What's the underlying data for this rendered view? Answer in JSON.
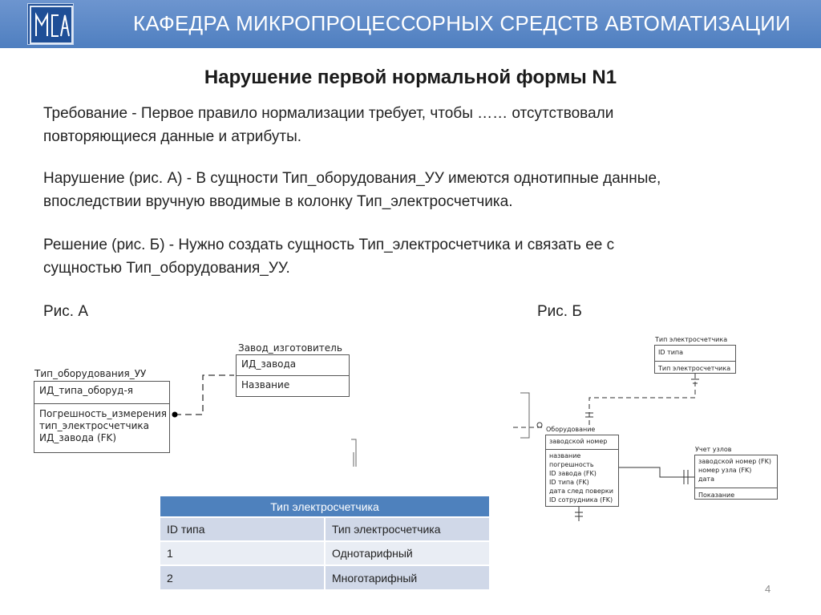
{
  "header": {
    "title": "КАФЕДРА МИКРОПРОЦЕССОРНЫХ СРЕДСТВ АВТОМАТИЗАЦИИ",
    "logo_text": "МСА"
  },
  "slide": {
    "title": "Нарушение первой нормальной формы N1",
    "requirement_line1": "Требование - Первое правило нормализации требует, чтобы …… отсутствовали",
    "requirement_line2": "повторяющиеся данные и атрибуты.",
    "violation_line1": "Нарушение (рис. А) - В сущности Тип_оборудования_УУ имеются однотипные данные,",
    "violation_line2": "впоследствии вручную вводимые в колонку Тип_электросчетчика.",
    "solution_line1": "Решение (рис. Б) - Нужно создать сущность Тип_электросчетчика и связать ее с",
    "solution_line2": "сущностью Тип_оборудования_УУ.",
    "fig_a_label": "Рис. А",
    "fig_b_label": "Рис. Б",
    "page_number": "4"
  },
  "diagram_a": {
    "entity1": {
      "title": "Тип_оборудования_УУ",
      "key": "ИД_типа_оборуд-я",
      "attrs": [
        "Погрешность_измерения",
        "тип_электросчетчика",
        "ИД_завода (FK)"
      ]
    },
    "entity2": {
      "title": "Завод_изготовитель",
      "key": "ИД_завода",
      "attrs": [
        "Название"
      ]
    }
  },
  "diagram_b": {
    "type_entity": {
      "title": "Тип электросчетчика",
      "key": "ID типа",
      "attrs": [
        "Тип электросчетчика"
      ]
    },
    "equipment_entity": {
      "title": "Оборудование",
      "key": "заводской номер",
      "attrs": [
        "название",
        "погрешность",
        "ID завода (FK)",
        "ID типа (FK)",
        "дата след поверки",
        "ID сотрудника (FK)"
      ]
    },
    "nodes_entity": {
      "title": "Учет узлов",
      "keys": [
        "заводской номер (FK)",
        "номер узла (FK)",
        "дата"
      ],
      "attrs": [
        "Показание"
      ]
    }
  },
  "table": {
    "header": "Тип электросчетчика",
    "rows": [
      [
        "ID типа",
        "Тип электросчетчика"
      ],
      [
        "1",
        "Однотарифный"
      ],
      [
        "2",
        "Многотарифный"
      ]
    ]
  },
  "colors": {
    "header_bar": "#5585c6",
    "table_header": "#4e81bd",
    "table_row_odd": "#d0d8e8",
    "table_row_even": "#e9edf4"
  }
}
